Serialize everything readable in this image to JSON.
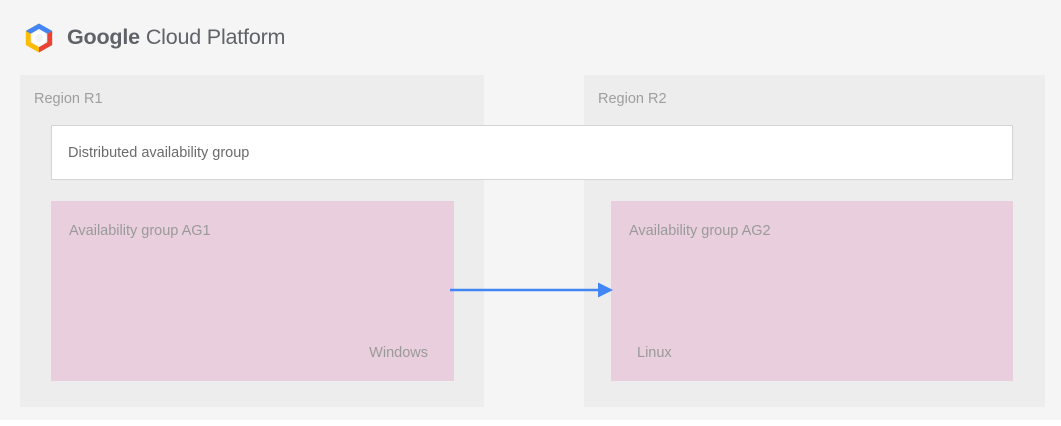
{
  "brand": {
    "logo_icon": "google-cloud-platform-hexagon-logo",
    "name_bold": "Google",
    "name_rest": "Cloud Platform",
    "logo_colors": {
      "blue": "#4285F4",
      "red": "#EA4335",
      "yellow": "#FBBC05",
      "center": "#FFFFFF"
    }
  },
  "diagram": {
    "regions": [
      {
        "id": "r1",
        "label": "Region R1"
      },
      {
        "id": "r2",
        "label": "Region R2"
      }
    ],
    "distributed_group": {
      "label": "Distributed availability group"
    },
    "availability_groups": [
      {
        "id": "ag1",
        "title": "Availability group AG1",
        "os": "Windows",
        "region": "Region R1"
      },
      {
        "id": "ag2",
        "title": "Availability group AG2",
        "os": "Linux",
        "region": "Region R2"
      }
    ],
    "connector": {
      "icon": "arrow-right-icon",
      "from": "Availability group AG1",
      "to": "Availability group AG2",
      "color": "#4285F4",
      "direction": "left-to-right"
    },
    "colors": {
      "page_background": "#F5F5F5",
      "region_background": "#EDEDED",
      "availability_group_background": "#E9CEDD",
      "distributed_group_background": "#FFFFFF",
      "distributed_group_border": "#D4D4D4",
      "label_text": "#9E9E9E",
      "body_text": "#6B6B6B"
    }
  }
}
